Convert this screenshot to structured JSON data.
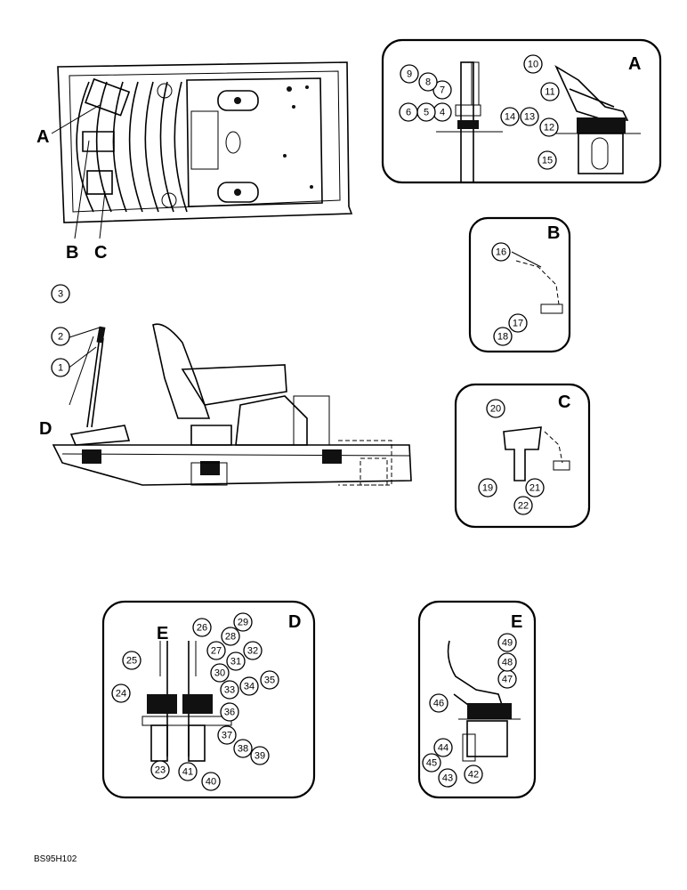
{
  "figure_code": "BS95H102",
  "view_letters": [
    "A",
    "B",
    "C",
    "D",
    "E"
  ],
  "panel_titles": {
    "A": "A",
    "B": "B",
    "C": "C",
    "D": "D",
    "E": "E"
  },
  "callouts": [
    "1",
    "2",
    "3",
    "4",
    "5",
    "6",
    "7",
    "8",
    "9",
    "10",
    "11",
    "12",
    "13",
    "14",
    "15",
    "16",
    "17",
    "18",
    "19",
    "20",
    "21",
    "22",
    "23",
    "24",
    "25",
    "26",
    "27",
    "28",
    "29",
    "30",
    "31",
    "32",
    "33",
    "34",
    "35",
    "36",
    "37",
    "38",
    "39",
    "40",
    "41",
    "42",
    "43",
    "44",
    "45",
    "46",
    "47",
    "48",
    "49"
  ]
}
